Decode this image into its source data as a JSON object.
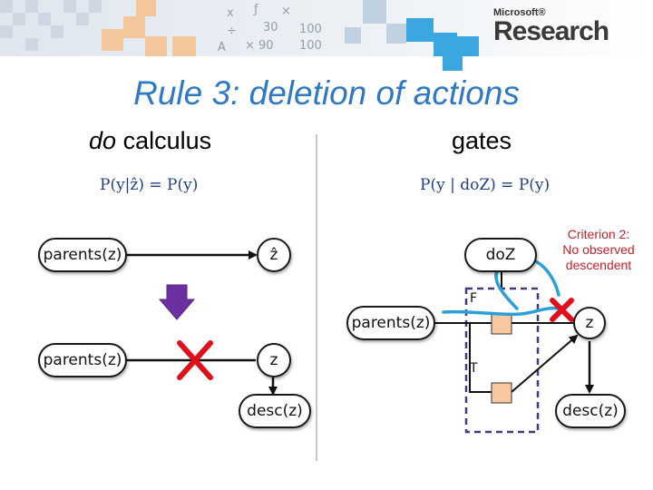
{
  "brand": {
    "company": "Microsoft®",
    "division": "Research"
  },
  "slide": {
    "title": "Rule 3: deletion of actions",
    "left_heading": "calculus",
    "left_heading_italic": "do",
    "right_heading": "gates",
    "left_formula": "P(y|ẑ) = P(y)",
    "right_formula": "P(y | doZ) = P(y)"
  },
  "left_diagram": {
    "parents_top": "parents(z)",
    "zhat": "ẑ",
    "parents_bottom": "parents(z)",
    "z": "z",
    "desc": "desc(z)"
  },
  "right_diagram": {
    "doz": "doZ",
    "parents": "parents(z)",
    "z": "z",
    "desc": "desc(z)",
    "label_f": "F",
    "label_t": "T",
    "criterion": [
      "Criterion 2:",
      "No observed",
      "descendent"
    ]
  },
  "colors": {
    "title": "#2e78c6",
    "formula": "#1f3f86",
    "cross": "#e0101a",
    "down_arrow": "#6b2fa0",
    "gate_box": "#3d3d80",
    "gate_switch": "#f8c9a0",
    "path_line": "#2b9fd6"
  }
}
